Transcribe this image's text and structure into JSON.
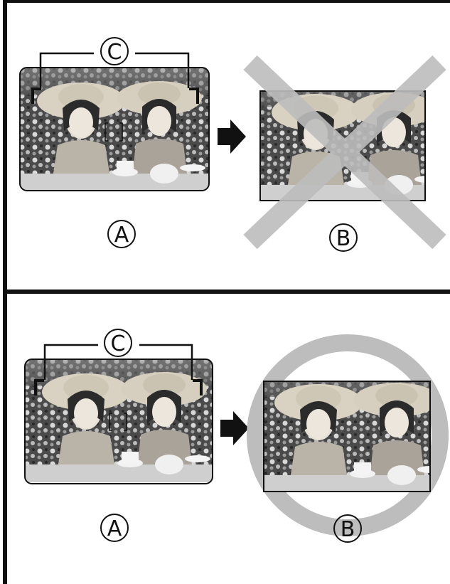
{
  "labels": {
    "viewfinder": "A",
    "result": "B",
    "parallax_marks": "C"
  },
  "colors": {
    "line": "#111111",
    "wrong_x": "#bdbdbd",
    "correct_o": "#bdbdbd"
  },
  "icons": {
    "arrow": "right-arrow-icon",
    "wrong": "x-mark-icon",
    "correct": "circle-mark-icon"
  }
}
